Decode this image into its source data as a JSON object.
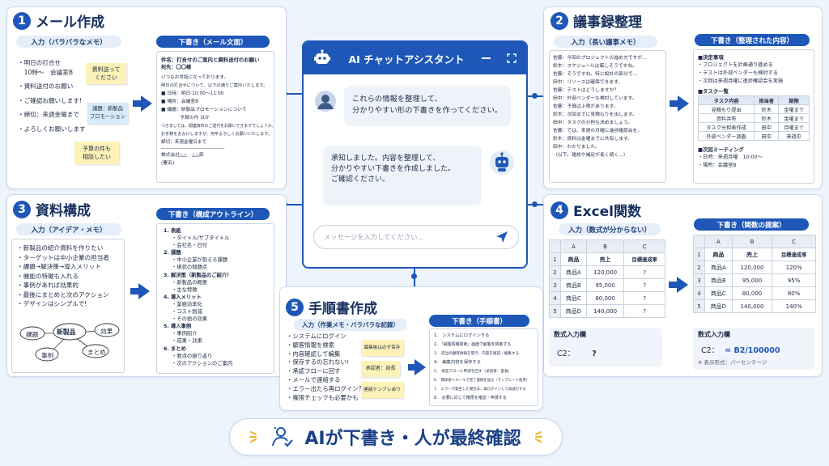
{
  "chat": {
    "title": "AI チャットアシスタント",
    "user_msg": [
      "これらの情報を整理して、",
      "分かりやすい形の下書きを作ってください。"
    ],
    "ai_msg": [
      "承知しました。内容を整理して、",
      "分かりやすい下書きを作成しました。",
      "",
      "ご確認ください。"
    ],
    "input_placeholder": "メッセージを入力してください..."
  },
  "p1": {
    "num": "1",
    "title": "メール作成",
    "in_label": "入力（バラバラなメモ）",
    "in_lines": [
      "・明日の打合せ",
      "　10時〜　会議室B",
      "・資料送付のお願い",
      "・ご確認お願いします!",
      "・締切：来週金曜まで",
      "・よろしくお願いします"
    ],
    "notes": [
      "資料送って\nください",
      "議題：新製品\nプロモーション",
      "予算の件も\n相談したい"
    ],
    "out_label": "下書き（メール文面）",
    "out_lines": [
      "件名：打合せのご案内と資料送付のお願い",
      "宛先：〇〇様",
      "いつもお世話になっております。",
      "明日の打合せについて、以下の通りご案内いたします。",
      "■ 日時：明日 10:00〜11:00",
      "■ 場所：会議室B",
      "■ 議題：新製品プロモーションについて",
      "　　　　予算の件 ほか",
      "つきましては、関連資料のご送付をお願いできますでしょうか。",
      "お手数をおかけしますが、何卒よろしくお願いいたします。",
      "締切：来週金曜日まで",
      "――――――――――――――",
      "株式会社△△　△△部",
      "(署名)"
    ]
  },
  "p2": {
    "num": "2",
    "title": "議事録整理",
    "in_label": "入力（長い議事メモ）",
    "in_lines": [
      "佐藤：今回のプロジェクトの進め方ですが…",
      "鈴木：スケジュールは厳しそうですね。",
      "佐藤：そうですね、特に設計の部分で…",
      "田中：リソースは確保できます。",
      "佐藤：テストはどうしますか？",
      "田中：外部ベンダーも検討しています。",
      "佐藤：予算は上限があります。",
      "鈴木：次回までに見積もりを出します。",
      "田中：タスクの分担も決めましょう。",
      "佐藤：では、来週の月曜に進捗確認会を。",
      "鈴木：資料は金曜までに共有します。",
      "田中：わかりました。",
      "（以下、雑談や補足が長く続く…）"
    ],
    "out_label": "下書き（整理された内容）",
    "decision_head": "■決定事項",
    "decisions": [
      "・プロジェクトを計画通り進める",
      "・テストは外部ベンダーも検討する",
      "・次回は来週月曜に進捗確認会を実施"
    ],
    "task_head": "■タスク一覧",
    "task_cols": [
      "タスク内容",
      "担当者",
      "期限"
    ],
    "tasks": [
      [
        "見積もり提出",
        "鈴木",
        "金曜まで"
      ],
      [
        "資料共有",
        "鈴木",
        "金曜まで"
      ],
      [
        "タスク分担表作成",
        "田中",
        "月曜まで"
      ],
      [
        "外部ベンダー調査",
        "田中",
        "来週中"
      ]
    ],
    "meet_head": "■次回ミーティング",
    "meet": [
      "・日時：来週月曜　10:00〜",
      "・場所：会議室B"
    ]
  },
  "p3": {
    "num": "3",
    "title": "資料構成",
    "in_label": "入力（アイデア・メモ）",
    "in_lines": [
      "・新製品の紹介資料を作りたい",
      "・ターゲットは中小企業の担当者",
      "・課題→解決策→導入メリット",
      "・機能の特徴も入れる",
      "・事例があれば効果的",
      "・最後にまとめと次のアクション",
      "・デザインはシンプルで!"
    ],
    "mind": [
      "新製品",
      "課題",
      "効果",
      "事例",
      "まとめ"
    ],
    "out_label": "下書き（構成アウトライン）",
    "out_lines": [
      [
        "1. 表紙",
        true
      ],
      [
        "・タイトル/サブタイトル",
        false
      ],
      [
        "・会社名・日付",
        false
      ],
      [
        "2. 課題",
        true
      ],
      [
        "・中小企業が抱える課題",
        false
      ],
      [
        "・現状の問題点",
        false
      ],
      [
        "3. 解決策（新製品のご紹介）",
        true
      ],
      [
        "・新製品の概要",
        false
      ],
      [
        "・主な特徴",
        false
      ],
      [
        "4. 導入メリット",
        true
      ],
      [
        "・業務効率化",
        false
      ],
      [
        "・コスト削減",
        false
      ],
      [
        "・その他の効果",
        false
      ],
      [
        "5. 導入事例",
        true
      ],
      [
        "・事例紹介",
        false
      ],
      [
        "・成果・効果",
        false
      ],
      [
        "6. まとめ",
        true
      ],
      [
        "・要点の振り返り",
        false
      ],
      [
        "・次のアクションのご案内",
        false
      ]
    ]
  },
  "p4": {
    "num": "4",
    "title": "Excel関数",
    "in_label": "入力（数式が分からない）",
    "cols": [
      "A",
      "B",
      "C"
    ],
    "header": [
      "商品",
      "売上",
      "目標達成率"
    ],
    "rows_in": [
      [
        "商品A",
        "120,000",
        "?"
      ],
      [
        "商品B",
        "95,000",
        "?"
      ],
      [
        "商品C",
        "80,000",
        "?"
      ],
      [
        "商品D",
        "140,000",
        "?"
      ]
    ],
    "out_label": "下書き（関数の提案）",
    "rows_out": [
      [
        "商品A",
        "120,000",
        "120%"
      ],
      [
        "商品B",
        "95,000",
        "95%"
      ],
      [
        "商品C",
        "80,000",
        "80%"
      ],
      [
        "商品D",
        "140,000",
        "140%"
      ]
    ],
    "row_nums": [
      "1",
      "2",
      "3",
      "4",
      "5"
    ],
    "formula_label": "数式入力欄",
    "formula_in_cell": "C2：",
    "formula_in_val": "?",
    "formula_out_cell": "C2：",
    "formula_out_val": "= B2/100000",
    "formula_note": "※ 表示形式：パーセンテージ"
  },
  "p5": {
    "num": "5",
    "title": "手順書作成",
    "in_label": "入力（作業メモ・バラバラな記録）",
    "in_lines": [
      "・システムにログイン",
      "・顧客情報を検索",
      "・内容確認して編集",
      "・保存するの忘れない!",
      "・承認フローに回す",
      "・メールで連絡する",
      "・エラー出たら再ログイン？",
      "・権限チェックも必要かも"
    ],
    "notes": [
      "編集後は必ず保存",
      "承認者：部長",
      "連絡テンプレあり"
    ],
    "out_label": "下書き（手順書）",
    "out_lines": [
      "1.　システムにログインする",
      "2.　「顧客情報検索」画面で顧客を検索する",
      "3.　該当の顧客情報を開き、内容を確認・編集する",
      "4.　編集内容を保存する",
      "5.　承認フローに申請を回す（承認者：部長）",
      "6.　関係者へメールで完了連絡を送る（テンプレート使用）",
      "7.　エラーが発生した場合は、再ログインして再試行する",
      "8.　必要に応じて権限を確認・申請する"
    ]
  },
  "footer": {
    "text": "AIが下書き・人が最終確認"
  },
  "colors": {
    "accent": "#1f57b8",
    "sticky_yellow": "#fdf2b8",
    "sticky_blue": "#d8e9f8"
  }
}
